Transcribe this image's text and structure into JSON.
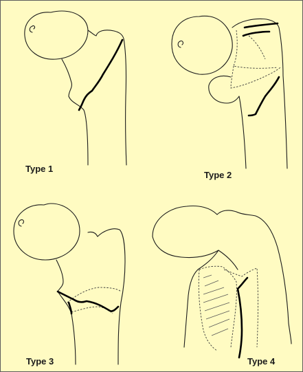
{
  "panels": [
    {
      "label": "Type 1"
    },
    {
      "label": "Type 2"
    },
    {
      "label": "Type 3"
    },
    {
      "label": "Type 4"
    }
  ],
  "colors": {
    "background": "#fffbc2",
    "outline": "#1a1a1a",
    "border": "#5c5c5c"
  }
}
